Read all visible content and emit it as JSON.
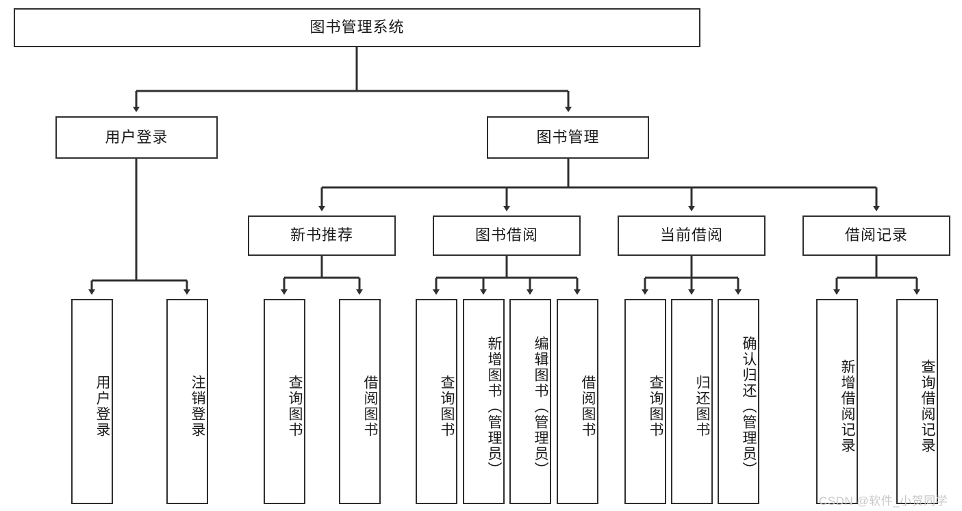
{
  "diagram": {
    "type": "tree",
    "title": "图书管理系统",
    "root": {
      "label": "图书管理系统"
    },
    "level2": [
      {
        "label": "用户登录"
      },
      {
        "label": "图书管理"
      }
    ],
    "level3": [
      {
        "label": "新书推荐"
      },
      {
        "label": "图书借阅"
      },
      {
        "label": "当前借阅"
      },
      {
        "label": "借阅记录"
      }
    ],
    "leaves": {
      "user_login": [
        {
          "label": "用户登录"
        },
        {
          "label": "注销登录"
        }
      ],
      "new_book_recommend": [
        {
          "label": "查询图书"
        },
        {
          "label": "借阅图书"
        }
      ],
      "book_borrow": [
        {
          "label": "查询图书"
        },
        {
          "label": "新增图书（管理员）"
        },
        {
          "label": "编辑图书（管理员）"
        },
        {
          "label": "借阅图书"
        }
      ],
      "current_borrow": [
        {
          "label": "查询图书"
        },
        {
          "label": "归还图书"
        },
        {
          "label": "确认归还（管理员）"
        }
      ],
      "borrow_record": [
        {
          "label": "新增借阅记录"
        },
        {
          "label": "查询借阅记录"
        }
      ]
    }
  },
  "watermark": {
    "text": "CSDN @软件_小贺同学"
  },
  "colors": {
    "stroke": "#2f2f2f",
    "text": "#1a1a1a",
    "background": "#ffffff",
    "watermark": "#c9c9c9"
  }
}
